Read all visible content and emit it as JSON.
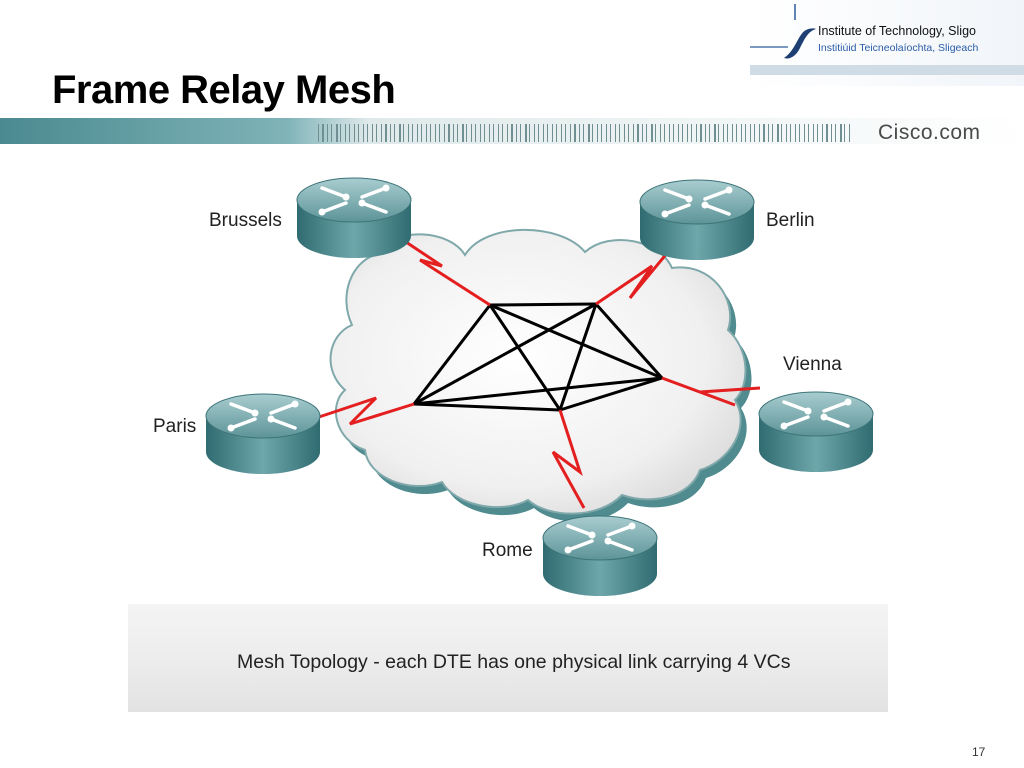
{
  "slide": {
    "title": "Frame Relay Mesh",
    "page_number": "17"
  },
  "institute": {
    "name": "Institute of Technology, Sligo",
    "name_irish": "Institiúid Teicneolaíochta, Sligeach"
  },
  "brand": {
    "label": "Cisco.com"
  },
  "diagram": {
    "routers": [
      {
        "id": "brussels",
        "label": "Brussels"
      },
      {
        "id": "berlin",
        "label": "Berlin"
      },
      {
        "id": "vienna",
        "label": "Vienna"
      },
      {
        "id": "paris",
        "label": "Paris"
      },
      {
        "id": "rome",
        "label": "Rome"
      }
    ],
    "cloud_color": "#4f8b8f",
    "access_link_color": "#e41f1f",
    "vc_color": "#000000"
  },
  "caption": "Mesh Topology - each DTE has one physical link carrying 4 VCs"
}
